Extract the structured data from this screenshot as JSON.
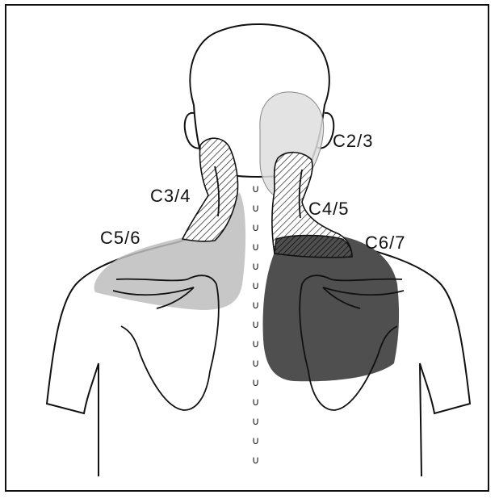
{
  "labels": {
    "c23": "C2/3",
    "c34": "C3/4",
    "c45": "C4/5",
    "c56": "C5/6",
    "c67": "C6/7"
  },
  "spine_marker": "∪",
  "colors": {
    "outline": "#111111",
    "c23_fill": "#dedede",
    "c56_fill": "#bdbdbd",
    "c67_fill": "#4f4f4f"
  }
}
